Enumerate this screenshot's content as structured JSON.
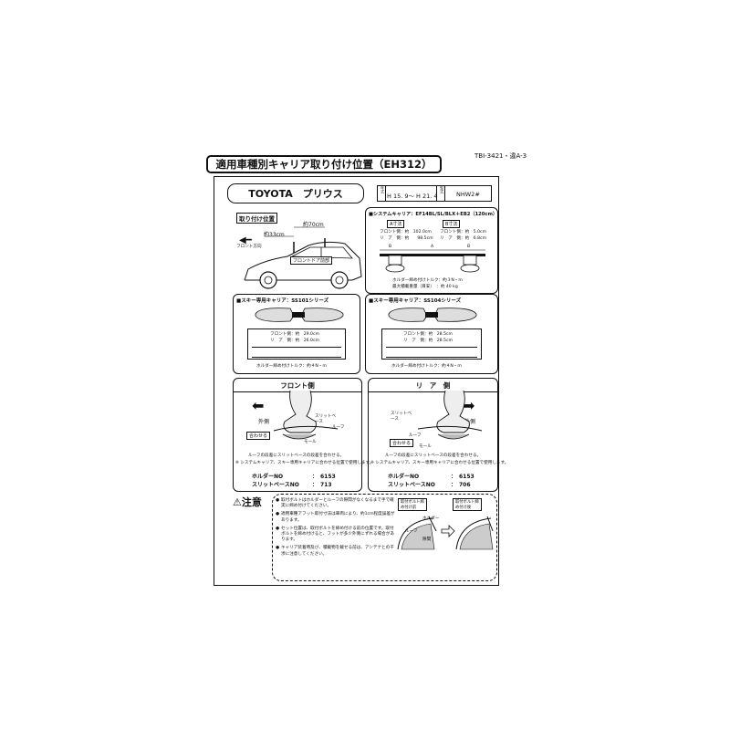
{
  "doc_id": "TBI-3421・違A-3",
  "title": "適用車種別キャリア取り付け位置（EH312）",
  "vehicle": {
    "name": "TOYOTA　プリウス",
    "year_label": "年式",
    "year": "H 15. 9～ H 21. 4",
    "model_label": "型式",
    "model": "NHW2#"
  },
  "mount_position": {
    "label": "取り付け位置",
    "dim_70": "約70cm",
    "dim_33": "約33cm",
    "front_direction": "フロント方向",
    "front_door": "フロントドア前部"
  },
  "system_carrier": {
    "header": "■システムキャリア：EF14BL/SL/BLX＋EB2（120cm）",
    "a_dim_tag": "A寸法",
    "b_dim_tag": "B寸法",
    "front_a": "フロント側：約　102.0cm",
    "rear_a": "リ　ア　側：約　　98.5cm",
    "front_b": "フロント側：約　5.0cm",
    "rear_b": "リ　ア　側：約　6.8cm",
    "label_a": "A",
    "label_b": "B",
    "torque": "ホルダー締め付けトルク：約３N・m",
    "max_load": "最大積載重量（目安）　：約 40 kg"
  },
  "ski_ss101": {
    "header": "■スキー専用キャリア：SS101シリーズ",
    "front": "フロント側：約　29.0cm",
    "rear": "リ　ア　側：約　26.0cm",
    "torque": "ホルダー締め付けトルク：約４N・m"
  },
  "ski_ss104": {
    "header": "■スキー専用キャリア：SS104シリーズ",
    "front": "フロント側：約　28.5cm",
    "rear": "リ　ア　側：約　28.5cm",
    "torque": "ホルダー締め付けトルク：約４N・m"
  },
  "front_side": {
    "title": "フロント側",
    "outside": "外側",
    "slit_base": "スリットベース",
    "roof": "ルーフ",
    "mold": "モール",
    "align_tag": "合わせる",
    "note1": "ルーフの段差にスリットベースの段差を合わせる。",
    "note2": "※ システムキャリア、スキー専用キャリアに合わせる位置で使用します。",
    "holder_label": "ホルダーNO",
    "holder_no": "：　6153",
    "slit_label": "スリットベースNO",
    "slit_no": "：　713"
  },
  "rear_side": {
    "title": "リ　ア　側",
    "outside": "外側",
    "slit_base": "スリットベース",
    "roof": "ルーフ",
    "mold": "モール",
    "align_tag": "合わせる",
    "note1": "ルーフの段差にスリットベースの段差を合わせる。",
    "note2": "※ システムキャリア、スキー専用キャリアに合わせる位置で使用します。",
    "holder_label": "ホルダーNO",
    "holder_no": "：　6153",
    "slit_label": "スリットベースNO",
    "slit_no": "：　706"
  },
  "caution": {
    "title": "⚠注意",
    "items": [
      "取付ボルトはホルダーとルーフの隙間がなくなるまで手で確実に締め付けてください。",
      "適用車種アフット取付寸法は車両により、約1cm程度誤差があります。",
      "セット位置は、取付ボルトを締め付ける前の位置です。取付ボルトを締め付けると、フットが多少外側にずれる場合があります。",
      "キャリア装着時及び、積載物を載せる前は、アンテナとの干渉に注意してください。"
    ],
    "before_tag": "取付ボルト締め付け前",
    "after_tag": "取付ボルト締め付け後",
    "roof": "ルーフ",
    "holder": "ホルダー",
    "gap": "隙間"
  }
}
